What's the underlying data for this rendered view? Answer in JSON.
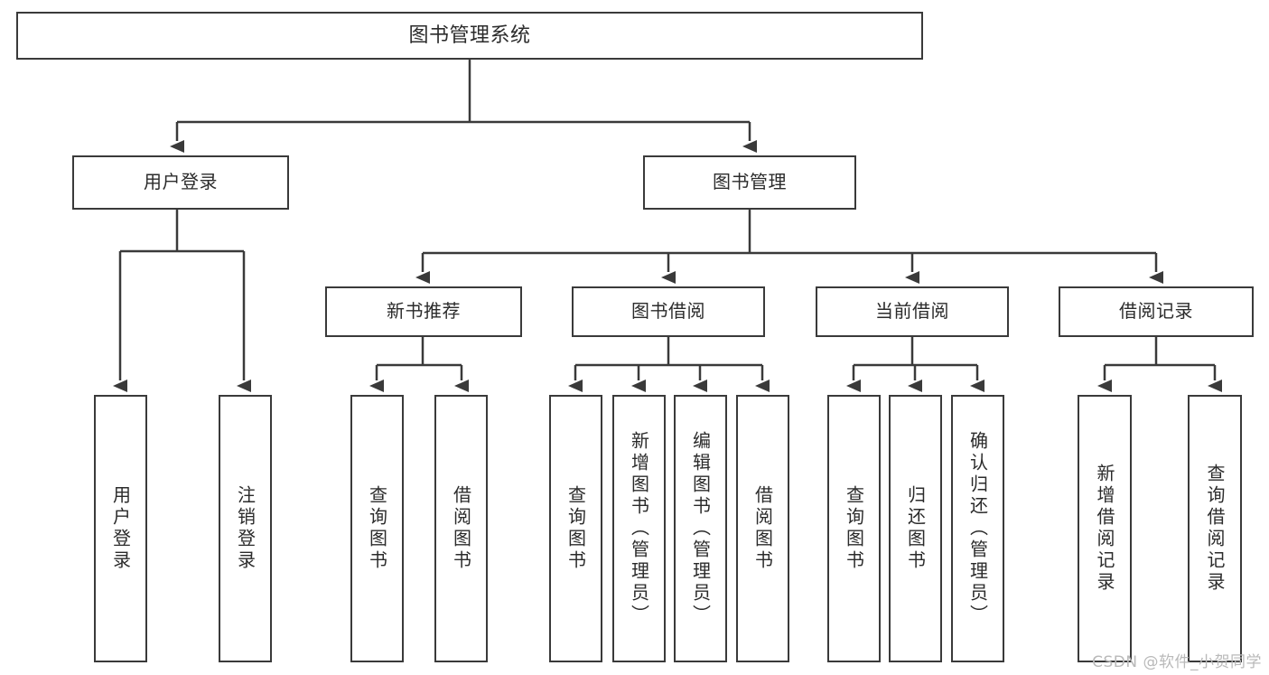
{
  "diagram": {
    "title": "图书管理系统",
    "type": "tree-hierarchy",
    "watermark": "CSDN @软件_小贺同学",
    "colors": {
      "stroke": "#3a3a3a",
      "fill": "#ffffff",
      "text": "#2b2b2b",
      "watermark": "#b9b9b9"
    },
    "nodes": {
      "root": {
        "label": "图书管理系统"
      },
      "level2": [
        {
          "id": "user-login",
          "label": "用户登录"
        },
        {
          "id": "book-manage",
          "label": "图书管理"
        }
      ],
      "level3": [
        {
          "id": "new-book-recommend",
          "label": "新书推荐"
        },
        {
          "id": "book-borrow",
          "label": "图书借阅"
        },
        {
          "id": "current-borrow",
          "label": "当前借阅"
        },
        {
          "id": "borrow-record",
          "label": "借阅记录"
        }
      ],
      "leaves": [
        {
          "id": "leaf-user-login",
          "label": "用户登录",
          "parent": "user-login"
        },
        {
          "id": "leaf-logout",
          "label": "注销登录",
          "parent": "user-login"
        },
        {
          "id": "leaf-query-book-1",
          "label": "查询图书",
          "parent": "new-book-recommend"
        },
        {
          "id": "leaf-borrow-book-1",
          "label": "借阅图书",
          "parent": "new-book-recommend"
        },
        {
          "id": "leaf-query-book-2",
          "label": "查询图书",
          "parent": "book-borrow"
        },
        {
          "id": "leaf-add-book",
          "label": "新增图书（管理员）",
          "parent": "book-borrow"
        },
        {
          "id": "leaf-edit-book",
          "label": "编辑图书（管理员）",
          "parent": "book-borrow"
        },
        {
          "id": "leaf-borrow-book-2",
          "label": "借阅图书",
          "parent": "book-borrow"
        },
        {
          "id": "leaf-query-book-3",
          "label": "查询图书",
          "parent": "current-borrow"
        },
        {
          "id": "leaf-return-book",
          "label": "归还图书",
          "parent": "current-borrow"
        },
        {
          "id": "leaf-confirm-return",
          "label": "确认归还（管理员）",
          "parent": "current-borrow"
        },
        {
          "id": "leaf-add-record",
          "label": "新增借阅记录",
          "parent": "borrow-record"
        },
        {
          "id": "leaf-query-record",
          "label": "查询借阅记录",
          "parent": "borrow-record"
        }
      ]
    }
  }
}
